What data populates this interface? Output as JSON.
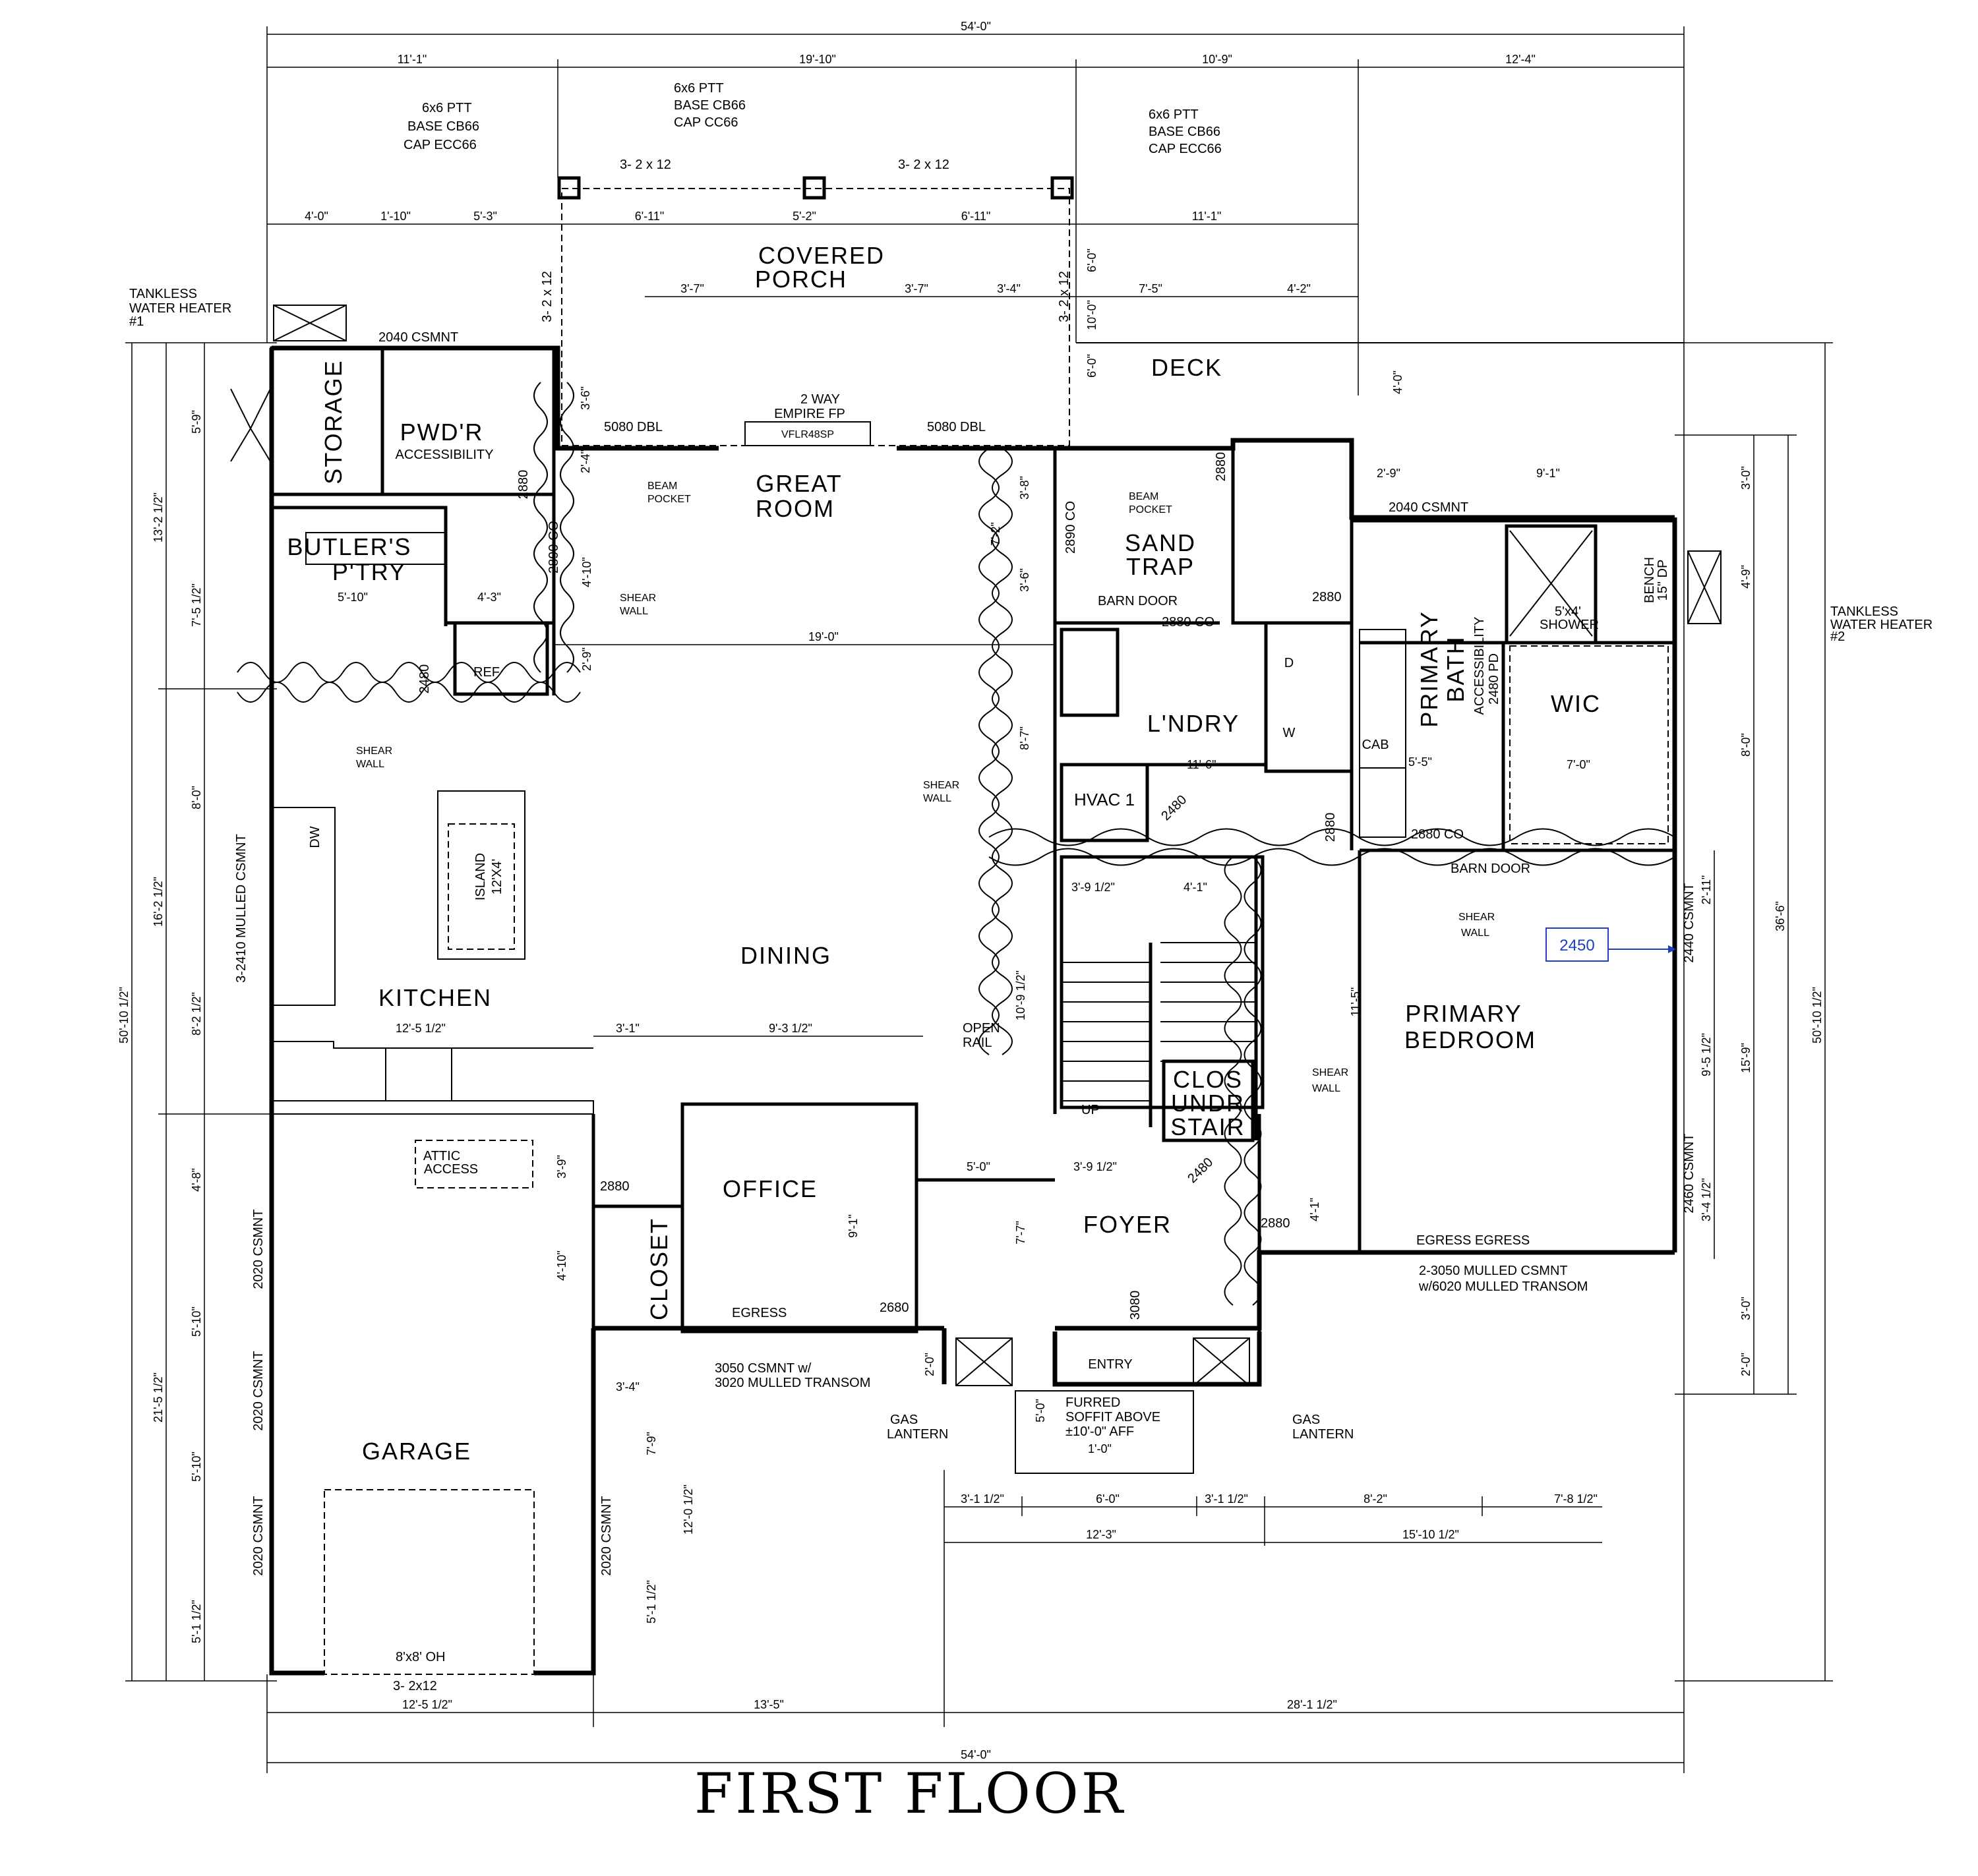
{
  "title": "FIRST FLOOR",
  "rooms": {
    "covered_porch": [
      "COVERED",
      "PORCH"
    ],
    "deck": "DECK",
    "storage": "STORAGE",
    "pwdr": "PWD'R",
    "pwdr_sub": "ACCESSIBILITY",
    "great_room": [
      "GREAT",
      "ROOM"
    ],
    "sand_trap": [
      "SAND",
      "TRAP"
    ],
    "butlers_pantry": [
      "BUTLER'S",
      "P'TRY"
    ],
    "laundry": "L'NDRY",
    "primary_bath": [
      "PRIMARY",
      "BATH"
    ],
    "primary_bath_sub": "ACCESSIBILITY",
    "wic": "WIC",
    "hvac": "HVAC 1",
    "kitchen": "KITCHEN",
    "dining": "DINING",
    "primary_bedroom": [
      "PRIMARY",
      "BEDROOM"
    ],
    "clos_under_stair": [
      "CLOS",
      "UNDR",
      "STAIR"
    ],
    "office": "OFFICE",
    "foyer": "FOYER",
    "garage": "GARAGE",
    "closet": "CLOSET",
    "entry": "ENTRY",
    "island": [
      "ISLAND",
      "12'X4'"
    ],
    "attic": [
      "ATTIC",
      "ACCESS"
    ],
    "shower": [
      "5'x4'",
      "SHOWER"
    ],
    "bench": [
      "BENCH",
      "15\" DP"
    ],
    "ref": "REF",
    "cab": "CAB",
    "washer": "W",
    "dryer": "D",
    "dw": "DW"
  },
  "notes": {
    "post_left": [
      "6x6 PTT",
      "BASE CB66",
      "CAP ECC66"
    ],
    "post_mid": [
      "6x6 PTT",
      "BASE CB66",
      "CAP CC66"
    ],
    "post_right": [
      "6x6 PTT",
      "BASE CB66",
      "CAP ECC66"
    ],
    "beam_left": "3- 2 x 12",
    "beam_right": "3- 2 x 12",
    "beam_vert_left": "3- 2 x 12",
    "beam_vert_right": "3- 2 x 12",
    "tankless_1": [
      "TANKLESS",
      "WATER HEATER",
      "#1"
    ],
    "tankless_2": [
      "TANKLESS",
      "WATER HEATER",
      "#2"
    ],
    "fireplace": [
      "2 WAY",
      "EMPIRE FP",
      "VFLR48SP"
    ],
    "door_5080_left": "5080 DBL",
    "door_5080_right": "5080 DBL",
    "beam_pocket_left": [
      "BEAM",
      "POCKET"
    ],
    "beam_pocket_right": [
      "BEAM",
      "POCKET"
    ],
    "shear_wall": [
      "SHEAR",
      "WALL"
    ],
    "barn_door": "BARN DOOR",
    "barn_door_2": "BARN DOOR",
    "csmt_2040_left": "2040 CSMNT",
    "csmt_2040_right": "2040 CSMNT",
    "csmt_3_2410": "3-2410 MULLED CSMNT",
    "d_2880": "2880",
    "d_2880_co": "2880 CO",
    "d_2890_co": "2890 CO",
    "d_2480": "2480",
    "d_2480_pd": "2480 PD",
    "d_2680": "2680",
    "d_3080": "3080",
    "d_2450": "2450",
    "csmt_2440": "2440 CSMNT",
    "csmt_2460": "2460 CSMNT",
    "csmt_2020": "2020 CSMNT",
    "egress_office": "EGRESS",
    "office_window": [
      "3050 CSMNT w/",
      "3020 MULLED TRANSOM"
    ],
    "egress_bed": "EGRESS  EGRESS",
    "bed_window": [
      "2-3050 MULLED CSMNT",
      "w/6020 MULLED TRANSOM"
    ],
    "open_rail": [
      "OPEN",
      "RAIL"
    ],
    "up": "UP",
    "gas_lantern": [
      "GAS",
      "LANTERN"
    ],
    "furred_soffit": [
      "FURRED",
      "SOFFIT ABOVE",
      "±10'-0\" AFF"
    ],
    "garage_door": "8'x8' OH",
    "garage_header": "3- 2x12"
  },
  "dims": {
    "overall": "54'-0\"",
    "top_segments": [
      "11'-1\"",
      "19'-10\"",
      "10'-9\"",
      "12'-4\""
    ],
    "porch_row": [
      "4'-0\"",
      "1'-10\"",
      "5'-3\"",
      "6'-11\"",
      "5'-2\"",
      "6'-11\"",
      "11'-1\""
    ],
    "porch_inner": [
      "3'-7\"",
      "3'-7\"",
      "3'-4\"",
      "7'-5\"",
      "4'-2\""
    ],
    "bottom_segments": [
      "12'-5 1/2\"",
      "13'-5\"",
      "28'-1 1/2\""
    ],
    "entry_row": [
      "3'-1 1/2\"",
      "6'-0\"",
      "3'-1 1/2\"",
      "8'-2\"",
      "7'-8 1/2\""
    ],
    "entry_row2": [
      "12'-3\"",
      "15'-10 1/2\""
    ],
    "left_overall": "50'-10 1/2\"",
    "left_segments": [
      "13'-2 1/2\"",
      "16'-2 1/2\"",
      "21'-5 1/2\""
    ],
    "left_inner": [
      "5'-9\"",
      "7'-5 1/2\"",
      "8'-0\"",
      "8'-2 1/2\"",
      "4'-8\"",
      "5'-10\"",
      "5'-10\"",
      "5'-1 1/2\""
    ],
    "right_overall": "50'-10 1/2\"",
    "right_mid": "36'-6\"",
    "right_inner": [
      "3'-0\"",
      "4'-9\"",
      "8'-0\"",
      "2'-11\"",
      "9'-5 1/2\"",
      "15'-9\"",
      "3'-4 1/2\"",
      "3'-0\"",
      "2'-0\""
    ],
    "misc": [
      "19'-0\"",
      "4'-3\"",
      "5'-10\"",
      "2'-9\"",
      "9'-1\"",
      "11'-6\"",
      "5'-5\"",
      "7'-0\"",
      "3'-9 1/2\"",
      "4'-1\"",
      "10'-9 1/2\"",
      "11'-5\"",
      "3'-1\"",
      "9'-3 1/2\"",
      "12'-5 1/2\"",
      "5'-0\"",
      "3'-9 1/2\"",
      "7'-7\"",
      "9'-1\"",
      "4'-10\"",
      "3'-9\"",
      "3'-4\"",
      "7'-9\"",
      "12'-0 1/2\"",
      "5'-1 1/2\"",
      "4'-1\"",
      "1'-0\"",
      "2'-0\"",
      "5'-0\"",
      "4'-10\"",
      "6'-0\"",
      "10'-0\"",
      "4'-0\"",
      "6'-0\"",
      "3'-8\"",
      "7'-2\"",
      "3'-6\"",
      "8'-7\"",
      "2'-4\"",
      "3'-6\"",
      "4'-2\"",
      "4'-10\"",
      "2'-9\""
    ],
    "ann_color": "#1f3fbf"
  }
}
